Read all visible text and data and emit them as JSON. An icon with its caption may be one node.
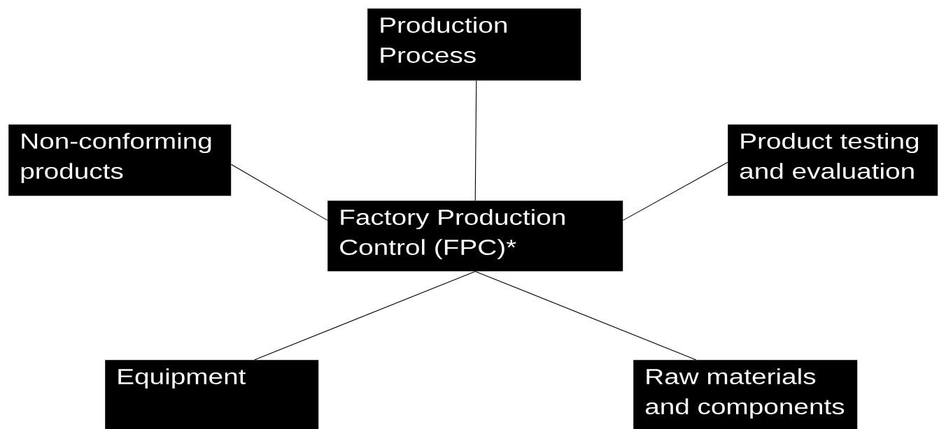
{
  "diagram": {
    "nodes": [
      {
        "text": [
          "Production Process"
        ]
      },
      {
        "text": [
          "Non-conforming products"
        ]
      },
      {
        "text": [
          "Product testing and evaluation"
        ]
      },
      {
        "text": [
          "Factory Production Control (FPC)*"
        ]
      },
      {
        "text": [
          "Equipment"
        ]
      },
      {
        "text": [
          "Raw materials and components"
        ]
      }
    ],
    "edges": [
      {
        "from": 3,
        "to": 0,
        "arrow": "none"
      },
      {
        "from": 3,
        "to": 1,
        "arrow": "none"
      },
      {
        "from": 3,
        "to": 2,
        "arrow": "none"
      },
      {
        "from": 3,
        "to": 4,
        "arrow": "none"
      },
      {
        "from": 3,
        "to": 5,
        "arrow": "none"
      }
    ]
  }
}
